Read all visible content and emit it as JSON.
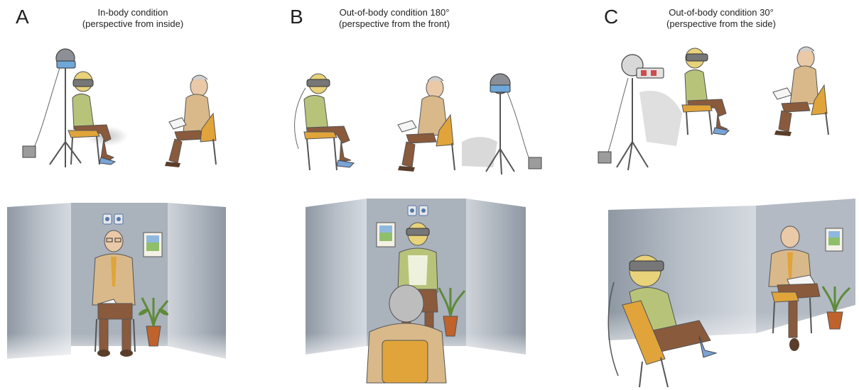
{
  "panels": [
    {
      "letter": "A",
      "title_line1": "In-body condition",
      "title_line2": "(perspective from inside)"
    },
    {
      "letter": "B",
      "title_line1": "Out-of-body condition 180°",
      "title_line2": "(perspective from the front)"
    },
    {
      "letter": "C",
      "title_line1": "Out-of-body condition 30°",
      "title_line2": "(perspective from the side)"
    }
  ],
  "colors": {
    "wall": "#9aa3ad",
    "wall_light": "#c9cfd6",
    "jacket": "#d9b98a",
    "pants": "#8a5a3c",
    "shirt": "#b8c37a",
    "chair": "#e0a43a",
    "hair": "#e8d27a",
    "pot": "#c0622b",
    "plant": "#5e8a3a",
    "metal": "#555b63"
  }
}
